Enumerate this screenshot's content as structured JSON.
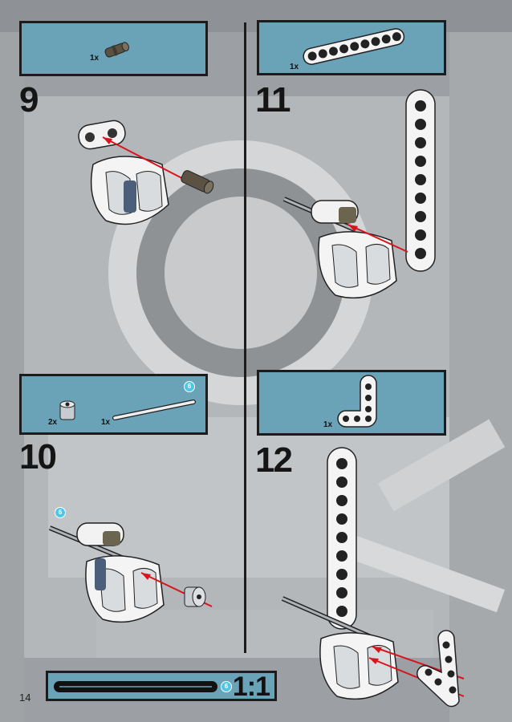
{
  "page_number": "14",
  "steps": [
    {
      "number": "9",
      "parts": [
        {
          "qty": "1x",
          "icon": "axle-pin-icon"
        }
      ]
    },
    {
      "number": "10",
      "parts": [
        {
          "qty": "2x",
          "icon": "bush-icon"
        },
        {
          "qty": "1x",
          "icon": "axle-icon",
          "length_badge": "6"
        }
      ]
    },
    {
      "number": "11",
      "parts": [
        {
          "qty": "1x",
          "icon": "beam-9-icon"
        }
      ]
    },
    {
      "number": "12",
      "parts": [
        {
          "qty": "1x",
          "icon": "angle-beam-icon"
        }
      ]
    }
  ],
  "assembly_badge": "6",
  "scale_bar": {
    "badge": "6",
    "ratio": "1:1"
  },
  "colors": {
    "panel": "#6aa2b8",
    "badge": "#4fc6e6",
    "arrow": "#d8141c"
  }
}
